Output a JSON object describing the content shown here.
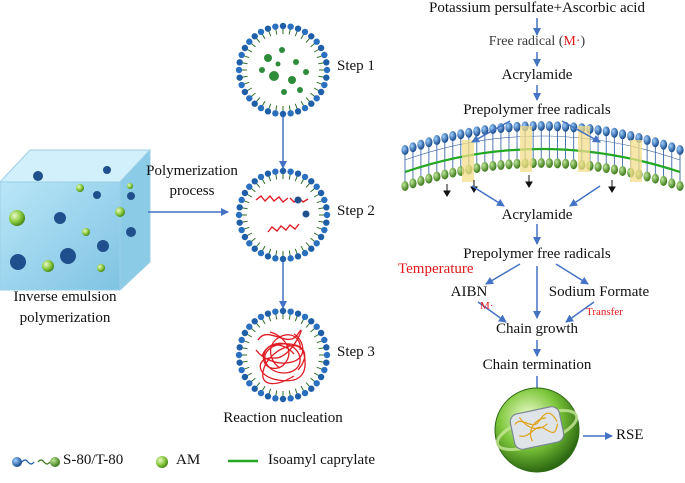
{
  "left": {
    "cube_caption_line1": "Inverse emulsion",
    "cube_caption_line2": "polymerization",
    "process_line1": "Polymerization",
    "process_line2": "process"
  },
  "steps": {
    "step1": "Step 1",
    "step2": "Step 2",
    "step3": "Step 3",
    "nucleation": "Reaction nucleation"
  },
  "legend": {
    "surfactant": "S-80/T-80",
    "monomer": "AM",
    "oil": "Isoamyl caprylate"
  },
  "flow": {
    "initiators": "Potassium persulfate+Ascorbic acid",
    "free_radical_prefix": "Free radical (",
    "free_radical_symbol": "M·",
    "free_radical_suffix": ")",
    "acrylamide_1": "Acrylamide",
    "prepolymer_1": "Prepolymer free radicals",
    "acrylamide_2": "Acrylamide",
    "prepolymer_2": "Prepolymer free radicals",
    "temperature": "Temperature",
    "aibn": "AIBN",
    "sodium_formate": "Sodium Formate",
    "m_dot": "M·",
    "transfer": "Transfer",
    "chain_growth": "Chain growth",
    "chain_termination": "Chain termination",
    "rse": "RSE"
  },
  "colors": {
    "arrow": "#4472c4",
    "surfactant_head": "#1f5fa8",
    "monomer": "#7fbf3f",
    "oil_line": "#22a822",
    "highlight": "#e0191b",
    "cube": "#a9dcf2",
    "polymer_chain": "#e01b24"
  }
}
